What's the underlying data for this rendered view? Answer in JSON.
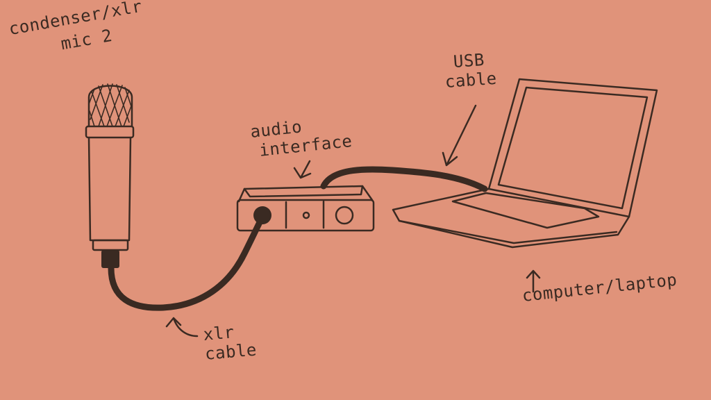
{
  "background": "#E0937A",
  "ink": "#3A2A22",
  "labels": {
    "mic": {
      "line1": "condenser/xlr",
      "line2": "mic 2"
    },
    "interface": {
      "line1": "audio",
      "line2": "interface"
    },
    "usb": {
      "line1": "USB",
      "line2": "cable"
    },
    "xlr": {
      "line1": "xlr",
      "line2": "cable"
    },
    "laptop": {
      "line1": "computer/laptop"
    }
  },
  "icons": [
    "microphone-icon",
    "audio-interface-icon",
    "laptop-icon",
    "arrow-icon"
  ]
}
